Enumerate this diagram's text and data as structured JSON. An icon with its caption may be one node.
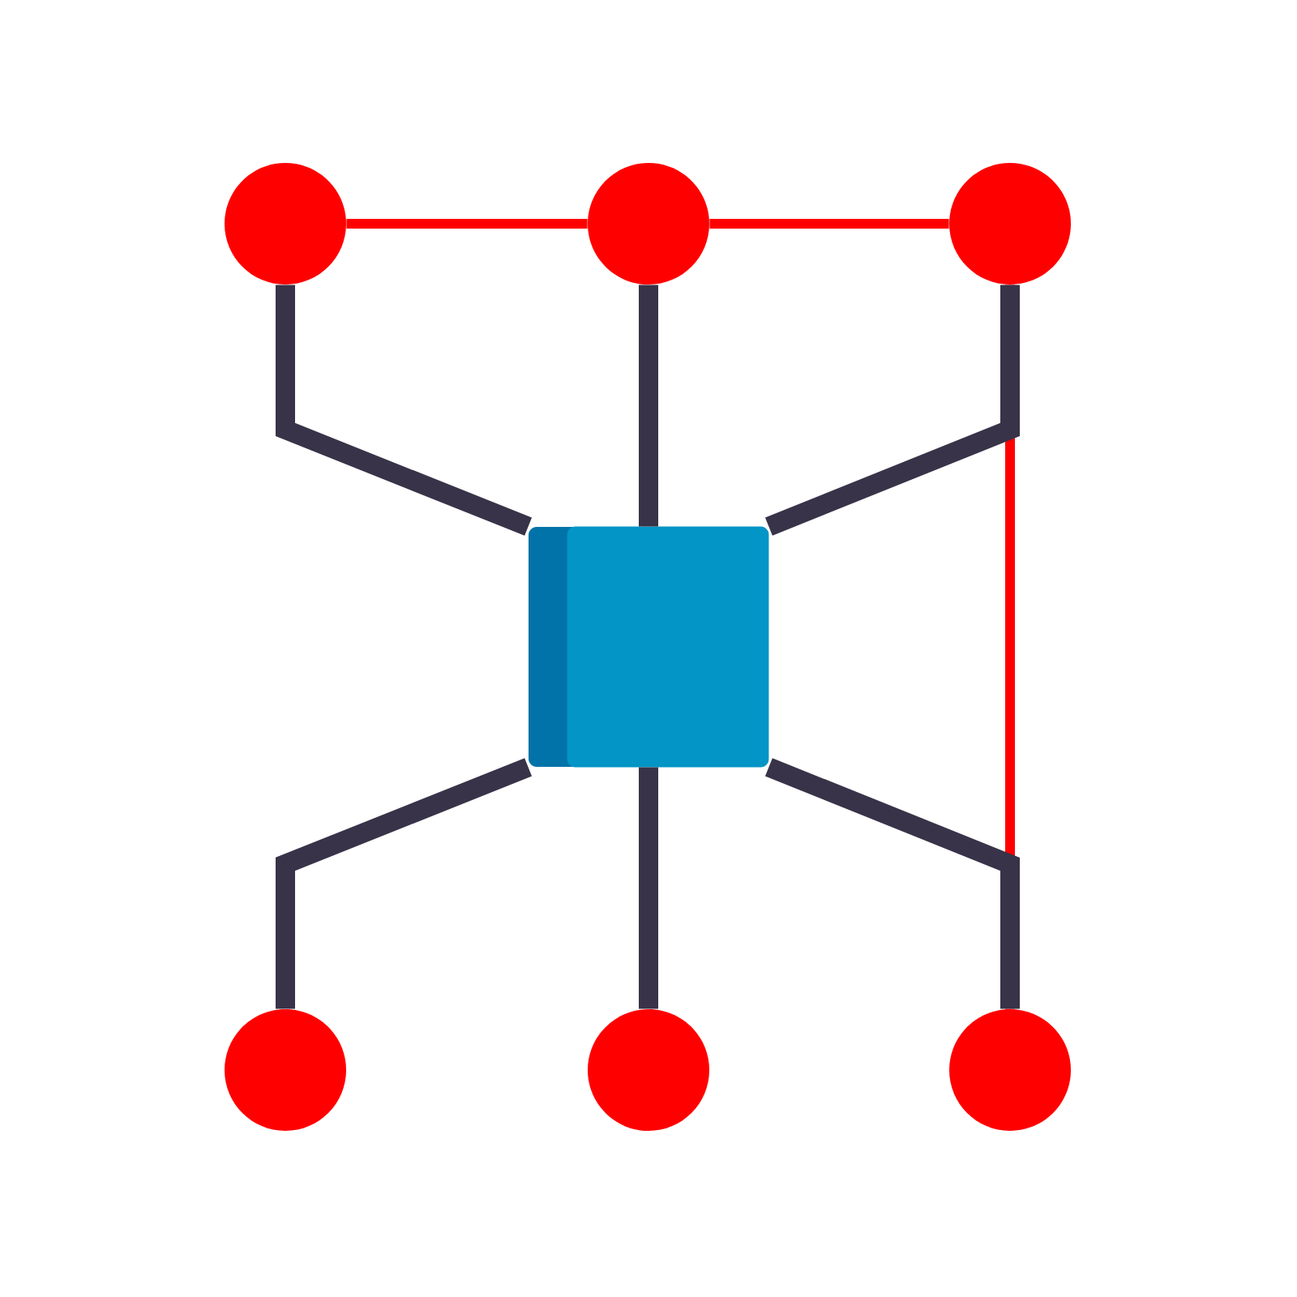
{
  "diagram": {
    "nodes": [
      {
        "text": [],
        "shape": "circle"
      },
      {
        "text": [],
        "shape": "circle"
      },
      {
        "text": [],
        "shape": "circle"
      },
      {
        "text": [],
        "shape": "box"
      },
      {
        "text": [],
        "shape": "circle"
      },
      {
        "text": [],
        "shape": "circle"
      },
      {
        "text": [],
        "shape": "circle"
      }
    ],
    "edges": [
      {
        "from": 0,
        "to": 1,
        "arrow": "none",
        "color": "#ff0000"
      },
      {
        "from": 1,
        "to": 2,
        "arrow": "none",
        "color": "#ff0000"
      },
      {
        "from": 2,
        "to": 6,
        "arrow": "none",
        "color": "#ff0000"
      },
      {
        "from": 3,
        "to": 0,
        "arrow": "none"
      },
      {
        "from": 3,
        "to": 1,
        "arrow": "none"
      },
      {
        "from": 3,
        "to": 2,
        "arrow": "none"
      },
      {
        "from": 3,
        "to": 4,
        "arrow": "none"
      },
      {
        "from": 3,
        "to": 5,
        "arrow": "none"
      },
      {
        "from": 3,
        "to": 6,
        "arrow": "none"
      }
    ]
  }
}
